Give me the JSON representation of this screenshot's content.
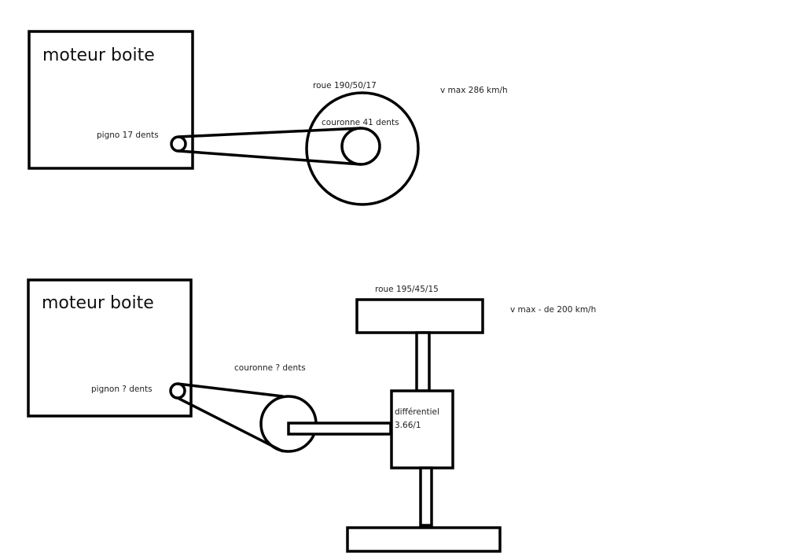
{
  "diagram": {
    "top": {
      "engine_label": "moteur boite",
      "pinion_label": "pigno 17 dents",
      "wheel_label": "roue 190/50/17",
      "crown_label": "couronne 41 dents",
      "vmax_label": "v max 286 km/h"
    },
    "bottom": {
      "engine_label": "moteur boite",
      "pinion_label": "pignon ? dents",
      "crown_label": "couronne ? dents",
      "wheel_label": "roue 195/45/15",
      "vmax_label": "v max - de 200 km/h",
      "diff_label": "différentiel",
      "diff_ratio": "3.66/1"
    },
    "colors": {
      "line": "#000000",
      "background": "#ffffff"
    }
  }
}
